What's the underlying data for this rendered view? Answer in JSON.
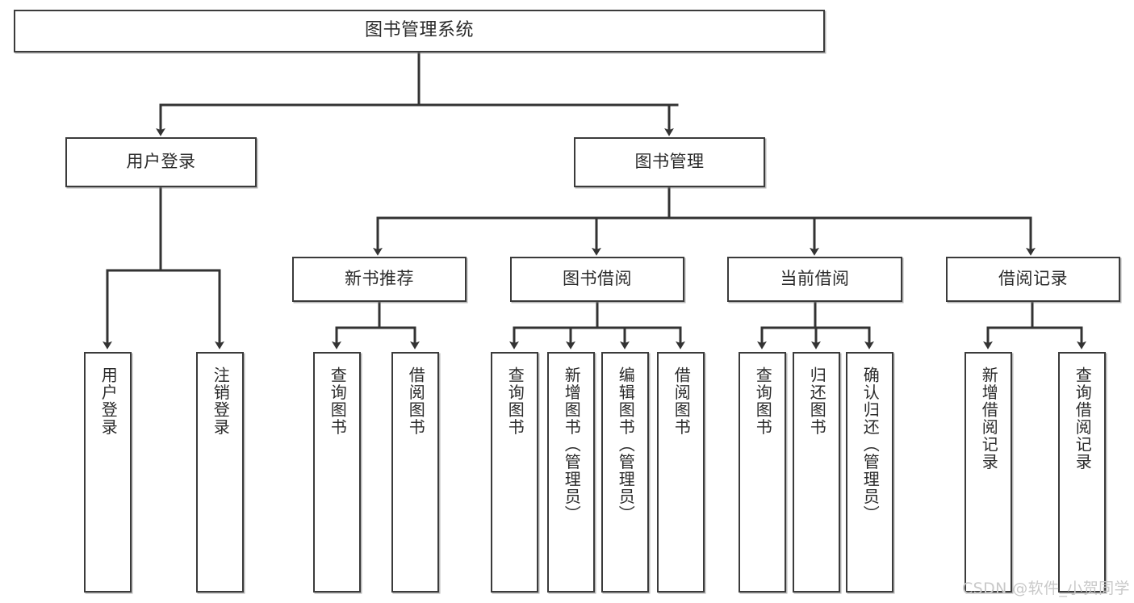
{
  "diagram": {
    "type": "hierarchy-tree",
    "title": "图书管理系统",
    "root": {
      "label": "图书管理系统"
    },
    "level2": [
      {
        "label": "用户登录"
      },
      {
        "label": "图书管理"
      }
    ],
    "level3": [
      {
        "label": "新书推荐"
      },
      {
        "label": "图书借阅"
      },
      {
        "label": "当前借阅"
      },
      {
        "label": "借阅记录"
      }
    ],
    "leaves": {
      "user_login": [
        {
          "label": "用户登录"
        },
        {
          "label": "注销登录"
        }
      ],
      "new_book_recommend": [
        {
          "label": "查询图书"
        },
        {
          "label": "借阅图书"
        }
      ],
      "book_borrow": [
        {
          "label": "查询图书"
        },
        {
          "label": "新增图书（管理员）"
        },
        {
          "label": "编辑图书（管理员）"
        },
        {
          "label": "借阅图书"
        }
      ],
      "current_borrow": [
        {
          "label": "查询图书"
        },
        {
          "label": "归还图书"
        },
        {
          "label": "确认归还（管理员）"
        }
      ],
      "borrow_record": [
        {
          "label": "新增借阅记录"
        },
        {
          "label": "查询借阅记录"
        }
      ]
    }
  },
  "watermark": {
    "text": "CSDN @软件_小贺同学"
  },
  "colors": {
    "background": "#ffffff",
    "box_border": "#3b3b3b",
    "text": "#2b2b2b",
    "connector": "#333333",
    "watermark": "#c9c9c9"
  }
}
